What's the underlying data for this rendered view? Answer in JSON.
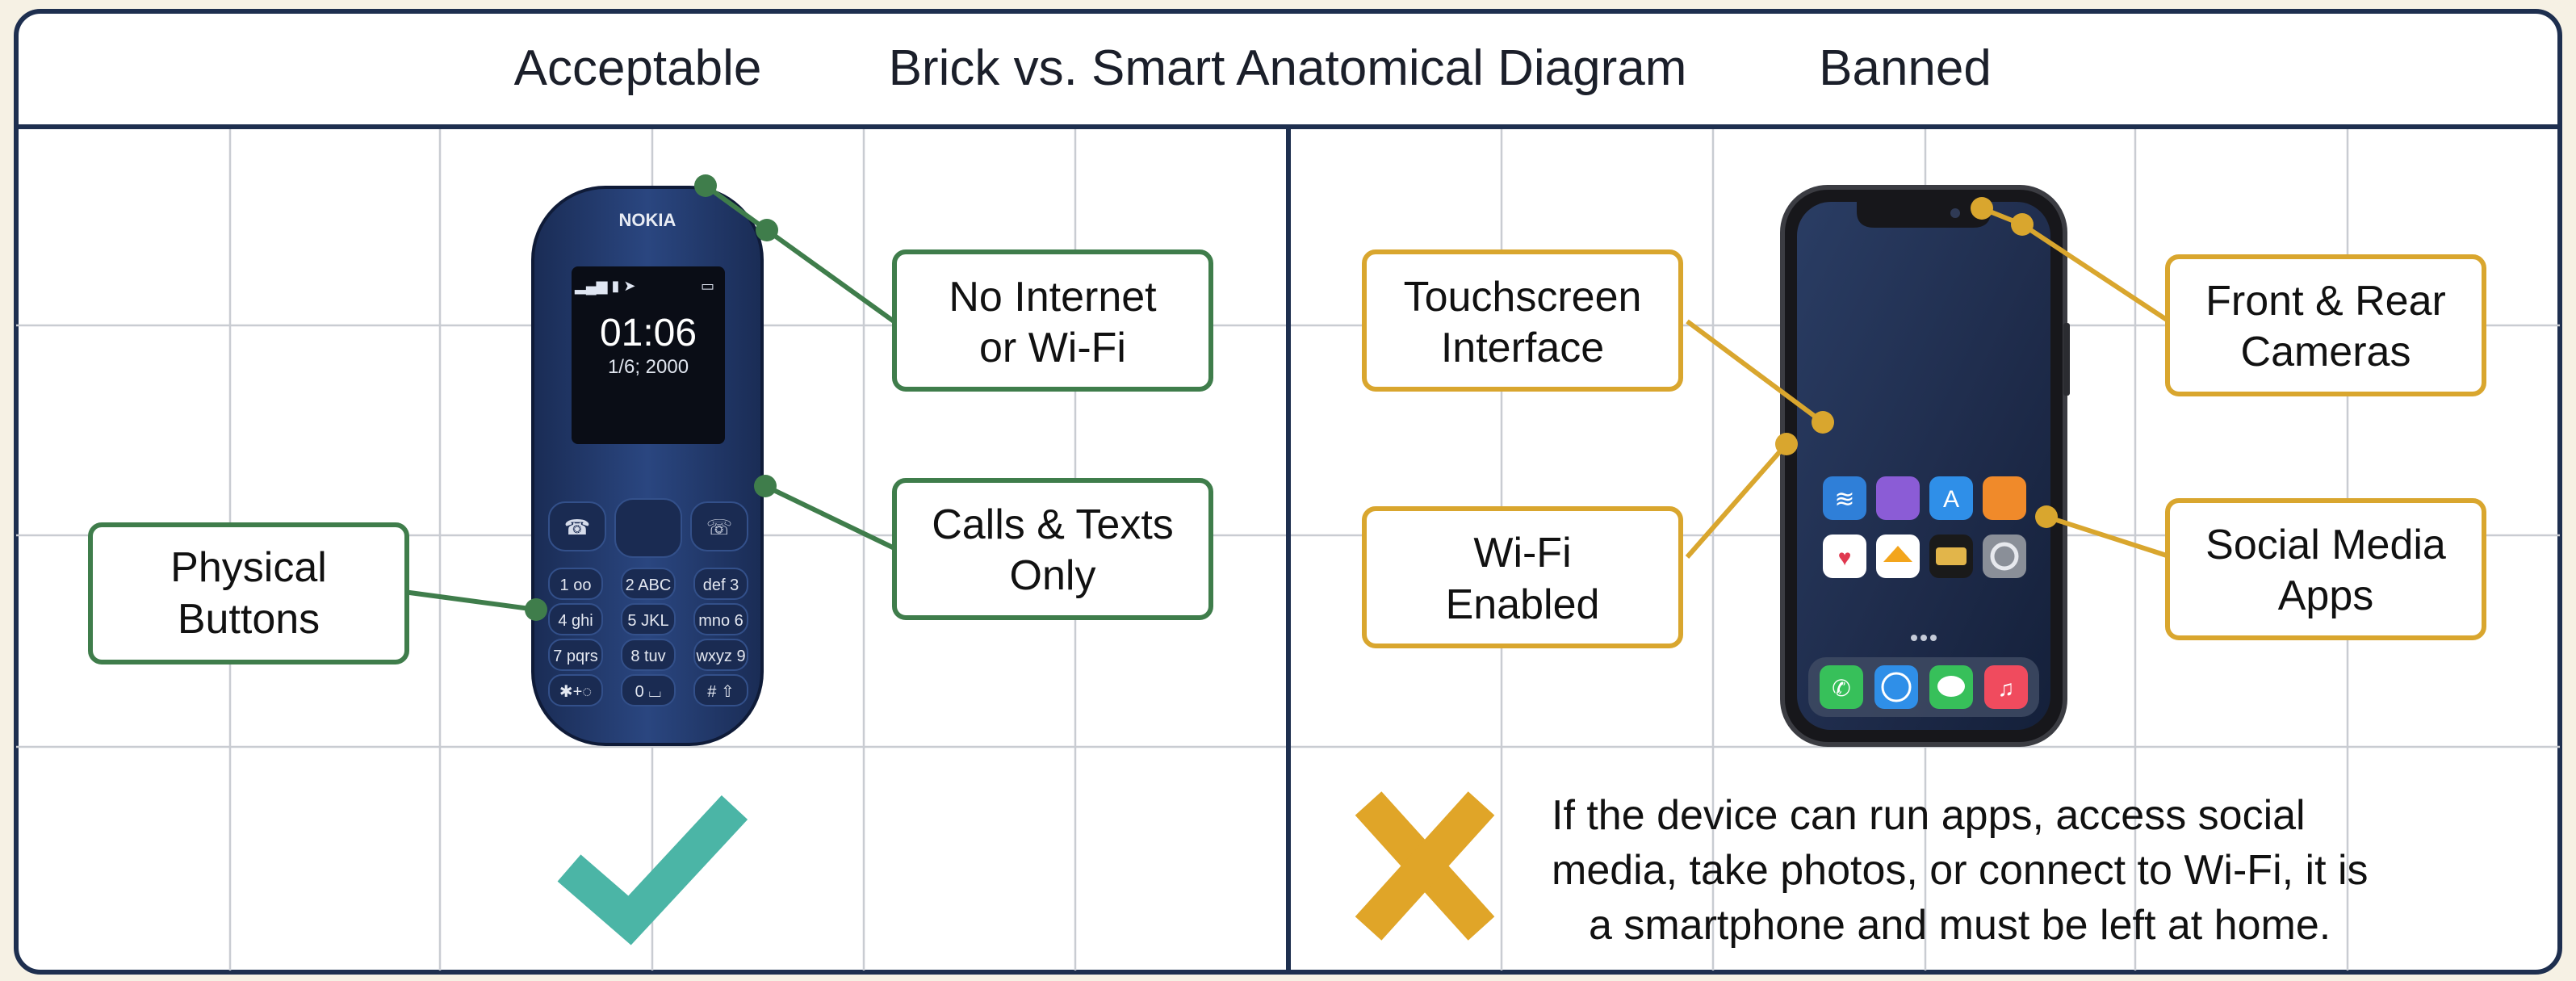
{
  "header": {
    "left_label": "Acceptable",
    "title": "Brick vs. Smart Anatomical Diagram",
    "right_label": "Banned"
  },
  "brick_phone": {
    "brand": "NOKIA",
    "time": "01:06",
    "date": "1/6; 2000",
    "keys": [
      [
        "1 oo",
        "2 ABC",
        "def 3"
      ],
      [
        "4 ghi",
        "5 JKL",
        "mno 6"
      ],
      [
        "7 pqrs",
        "8 tuv",
        "wxyz 9"
      ],
      [
        "✱+◌",
        "0 ⌴",
        "# ⇧"
      ]
    ]
  },
  "brick_callouts": {
    "no_internet": [
      "No Internet",
      "or Wi-Fi"
    ],
    "calls_texts": [
      "Calls & Texts",
      "Only"
    ],
    "physical_buttons": [
      "Physical",
      "Buttons"
    ]
  },
  "smart_callouts": {
    "touchscreen": [
      "Touchscreen",
      "Interface"
    ],
    "wifi": [
      "Wi-Fi",
      "Enabled"
    ],
    "cameras": [
      "Front & Rear",
      "Cameras"
    ],
    "social": [
      "Social Media",
      "Apps"
    ]
  },
  "banned_note": [
    "If the device can run apps, access social",
    "media,  take photos, or connect to Wi-Fi, it is",
    "a smartphone and must be left at home."
  ],
  "colors": {
    "green": "#3f7d4b",
    "gold": "#d9a62e",
    "teal": "#4bb5a6",
    "navy": "#1e2f4f",
    "brick_body": "#233a6b"
  }
}
